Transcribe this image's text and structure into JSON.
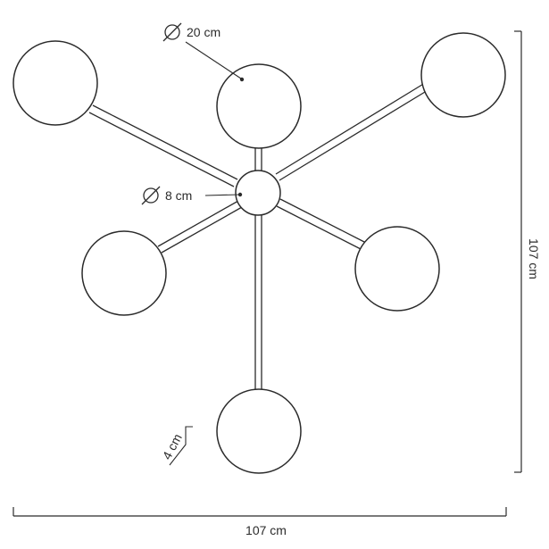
{
  "labels": {
    "globe_diameter": "20 cm",
    "hub_diameter": "8 cm",
    "arm_thickness": "4 cm",
    "overall_width": "107 cm",
    "overall_height": "107 cm"
  },
  "colors": {
    "line": "#2b2b2b",
    "background": "#ffffff"
  },
  "icons": {
    "diameter_symbol": "diameter-icon"
  }
}
